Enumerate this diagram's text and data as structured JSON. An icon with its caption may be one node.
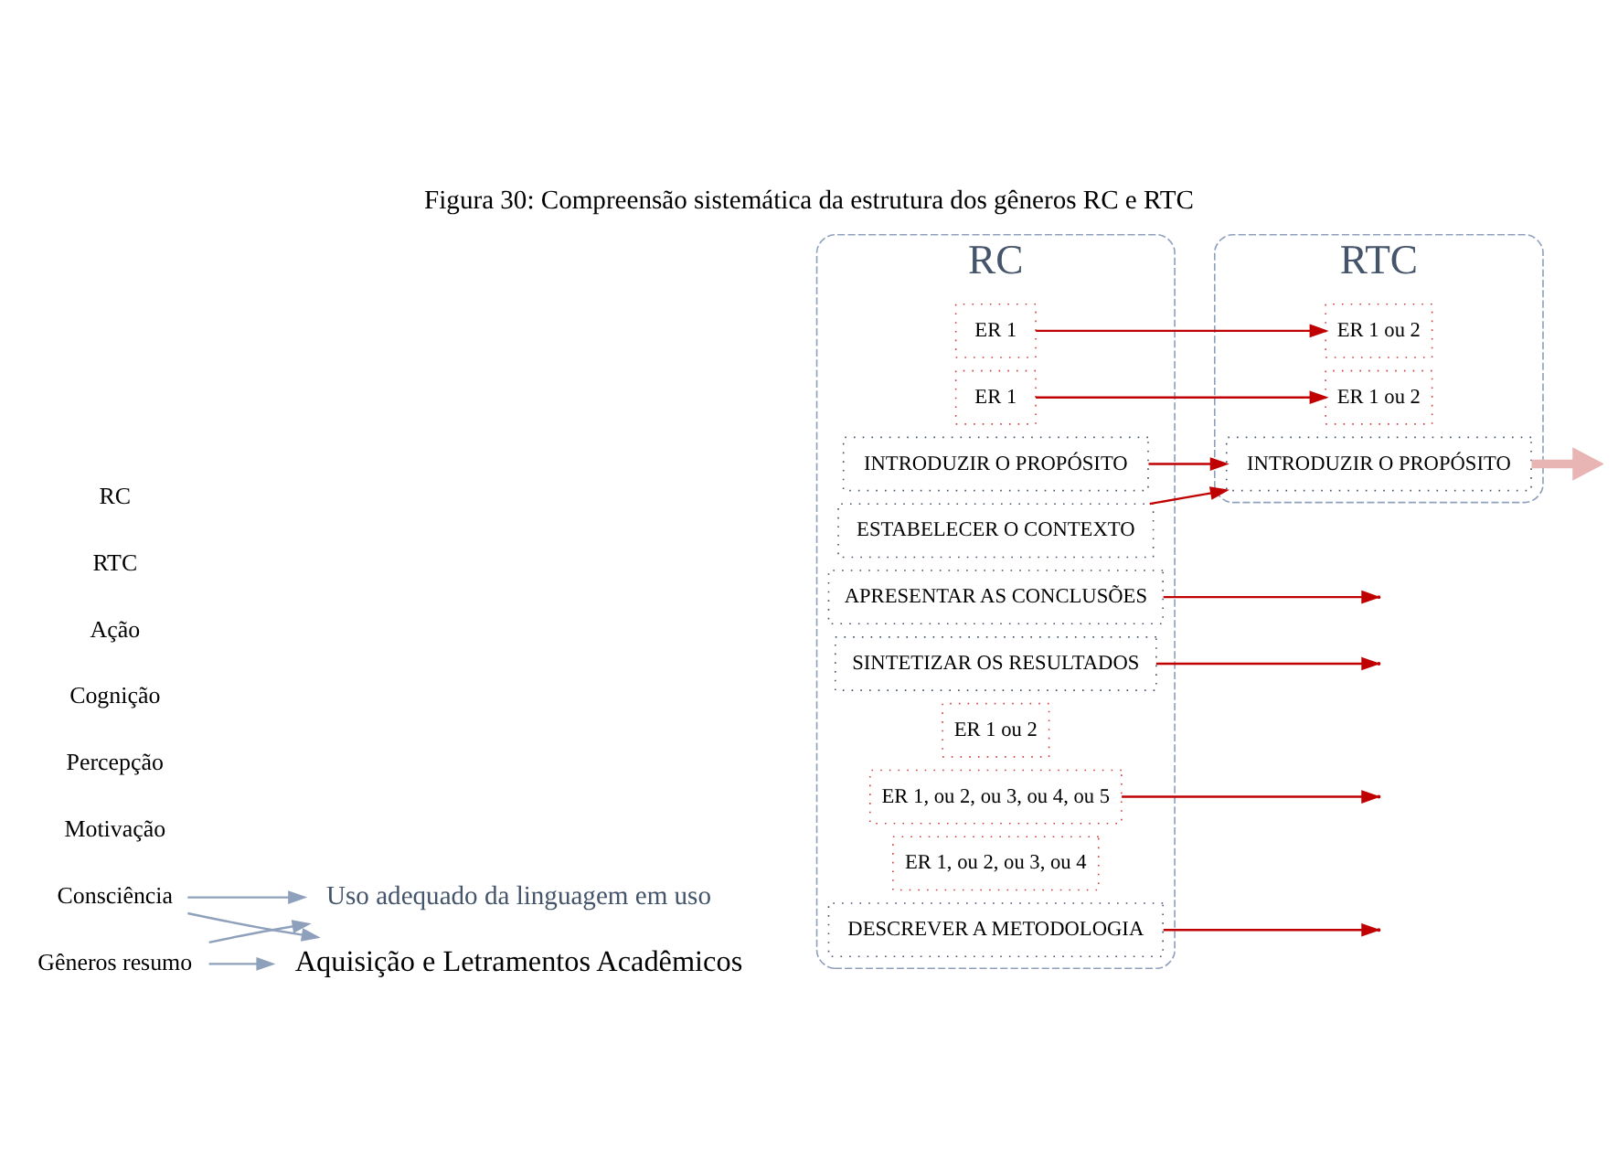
{
  "diagram": {
    "title": "Figura 30: Compreensão sistemática da estrutura dos gêneros RC e RTC",
    "nodes": [
      {
        "text": [
          "Gêneros resumo"
        ]
      },
      {
        "text": [
          "RC"
        ]
      },
      {
        "text": [
          "RTC"
        ]
      },
      {
        "text": [
          "Aquisição e Letramentos Acadêmicos"
        ]
      },
      {
        "text": [
          "Uso adequado da linguagem em uso"
        ]
      },
      {
        "text": [
          "RC"
        ]
      },
      {
        "text": [
          "ESTABELECER O CONTEXTO"
        ],
        "in": 5
      },
      {
        "text": [
          "ER 1, ou 2, ou 3, ou 4"
        ],
        "in": 5
      },
      {
        "text": [
          "INTRODUZIR O PROPÓSITO"
        ],
        "in": 5
      },
      {
        "text": [
          "ER 1 ou 2"
        ],
        "in": 5
      },
      {
        "text": [
          "DESCREVER A METODOLOGIA"
        ],
        "in": 5
      },
      {
        "text": [
          "ER 1, ou 2, ou 3, ou 4, ou 5"
        ],
        "in": 5
      },
      {
        "text": [
          "SINTETIZAR OS RESULTADOS"
        ],
        "in": 5
      },
      {
        "text": [
          "ER 1"
        ],
        "in": 5
      },
      {
        "text": [
          "APRESENTAR AS CONCLUSÕES"
        ],
        "in": 5
      },
      {
        "text": [
          "ER 1"
        ],
        "in": 5
      },
      {
        "text": [
          "RTC"
        ]
      },
      {
        "text": [
          "INTRODUZIR O PROPÓSITO"
        ],
        "in": 16
      },
      {
        "text": [
          "ER 1 ou 2"
        ],
        "in": 16
      },
      {
        "text": [
          "ER 1 ou 2"
        ],
        "in": 16
      },
      {
        "text": [
          "Ação"
        ]
      },
      {
        "text": [
          "Cognição"
        ]
      },
      {
        "text": [
          "Percepção"
        ]
      },
      {
        "text": [
          "Motivação"
        ]
      },
      {
        "text": [
          "Consciência"
        ]
      }
    ],
    "edges": [
      {
        "from": 0,
        "to": 3,
        "arrow": "to",
        "color": "#8ea0bb"
      },
      {
        "from": 0,
        "to": 4,
        "arrow": "to",
        "color": "#8ea0bb"
      },
      {
        "from": 24,
        "to": 3,
        "arrow": "to",
        "color": "#8ea0bb"
      },
      {
        "from": 24,
        "to": 4,
        "arrow": "to",
        "color": "#8ea0bb"
      },
      {
        "from": 6,
        "to": 17,
        "arrow": "to",
        "color": "#c00000"
      },
      {
        "from": 8,
        "to": 17,
        "arrow": "to",
        "color": "#c00000"
      },
      {
        "from": 17,
        "to": null,
        "arrow": "to",
        "style": "thick",
        "color": "#e8b4b4"
      },
      {
        "from": 10,
        "to": null,
        "arrow": "to",
        "color": "#c00000"
      },
      {
        "from": 11,
        "to": null,
        "arrow": "to",
        "color": "#c00000"
      },
      {
        "from": 12,
        "to": null,
        "arrow": "to",
        "color": "#c00000"
      },
      {
        "from": 13,
        "to": 18,
        "arrow": "to",
        "color": "#c00000"
      },
      {
        "from": 14,
        "to": null,
        "arrow": "to",
        "color": "#c00000"
      },
      {
        "from": 15,
        "to": 19,
        "arrow": "to",
        "color": "#c00000"
      }
    ]
  }
}
